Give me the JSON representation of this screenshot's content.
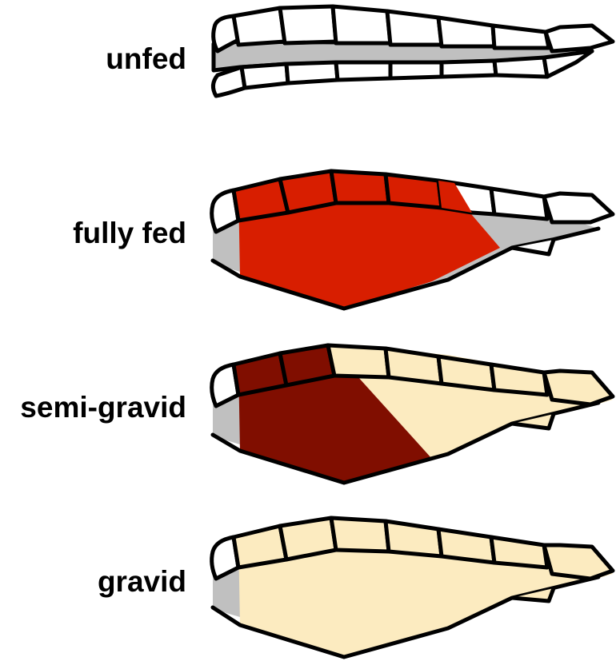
{
  "stages": [
    {
      "id": "unfed",
      "label": "unfed"
    },
    {
      "id": "fully-fed",
      "label": "fully fed"
    },
    {
      "id": "semi-gravid",
      "label": "semi-gravid"
    },
    {
      "id": "gravid",
      "label": "gravid"
    }
  ],
  "colors": {
    "outline": "#000000",
    "segment_fill": "#ffffff",
    "gut_grey": "#c0c0c0",
    "fresh_blood": "#d81e00",
    "digested_blood": "#800e00",
    "eggs": "#fcebc0"
  }
}
